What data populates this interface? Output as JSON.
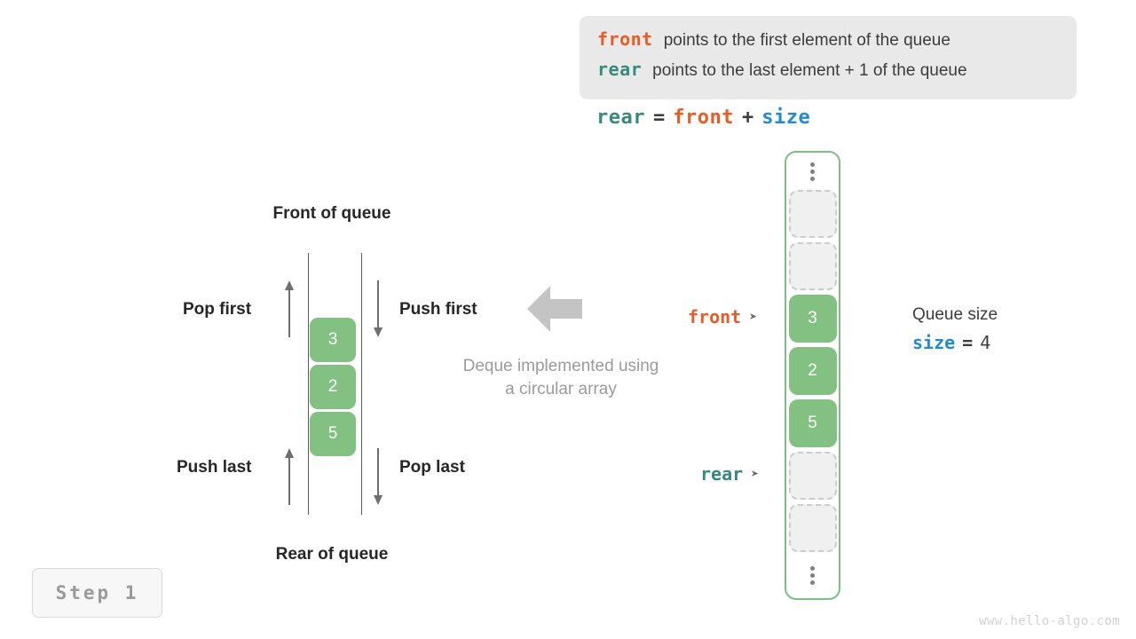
{
  "info_box": {
    "lines": [
      {
        "keyword": "front",
        "keyword_color": "#ec5b23",
        "text": "points to the first element of the queue"
      },
      {
        "keyword": "rear",
        "keyword_color": "#36897c",
        "text": "points to the last element + 1 of the queue"
      }
    ]
  },
  "formula": {
    "lhs": "rear",
    "equals": "=",
    "rhs1": "front",
    "plus": "+",
    "rhs2": "size"
  },
  "deque": {
    "title_top": "Front of queue",
    "title_bottom": "Rear of queue",
    "pop_first": "Pop first",
    "push_first": "Push first",
    "push_last": "Push last",
    "pop_last": "Pop last",
    "cells": [
      "3",
      "2",
      "5"
    ],
    "caption_line1": "Deque implemented using",
    "caption_line2": "a circular array"
  },
  "array": {
    "top_ellipsis": "⋮",
    "bottom_ellipsis": "⋮",
    "cells": [
      {
        "value": "",
        "state": "empty"
      },
      {
        "value": "",
        "state": "empty"
      },
      {
        "value": "3",
        "state": "filled"
      },
      {
        "value": "2",
        "state": "filled"
      },
      {
        "value": "5",
        "state": "filled"
      },
      {
        "value": "",
        "state": "empty"
      },
      {
        "value": "",
        "state": "empty"
      }
    ],
    "pointers": {
      "front": {
        "label": "front",
        "marker": "➤",
        "color": "#ec5b23"
      },
      "rear": {
        "label": "rear",
        "marker": "➤",
        "color": "#36897c"
      }
    }
  },
  "size_note": {
    "title": "Queue size",
    "keyword": "size",
    "equals": "=",
    "value": "4"
  },
  "step_badge": {
    "label": "Step 1"
  },
  "watermark": {
    "text": "www.hello-algo.com"
  },
  "colors": {
    "front": "#ec5b23",
    "rear": "#36897c",
    "size": "#1f8ad6",
    "cell_fill": "#82c182",
    "container_border": "#7cbf85",
    "empty_cell": "#f0f0f0",
    "info_bg": "#e9e9e9"
  }
}
